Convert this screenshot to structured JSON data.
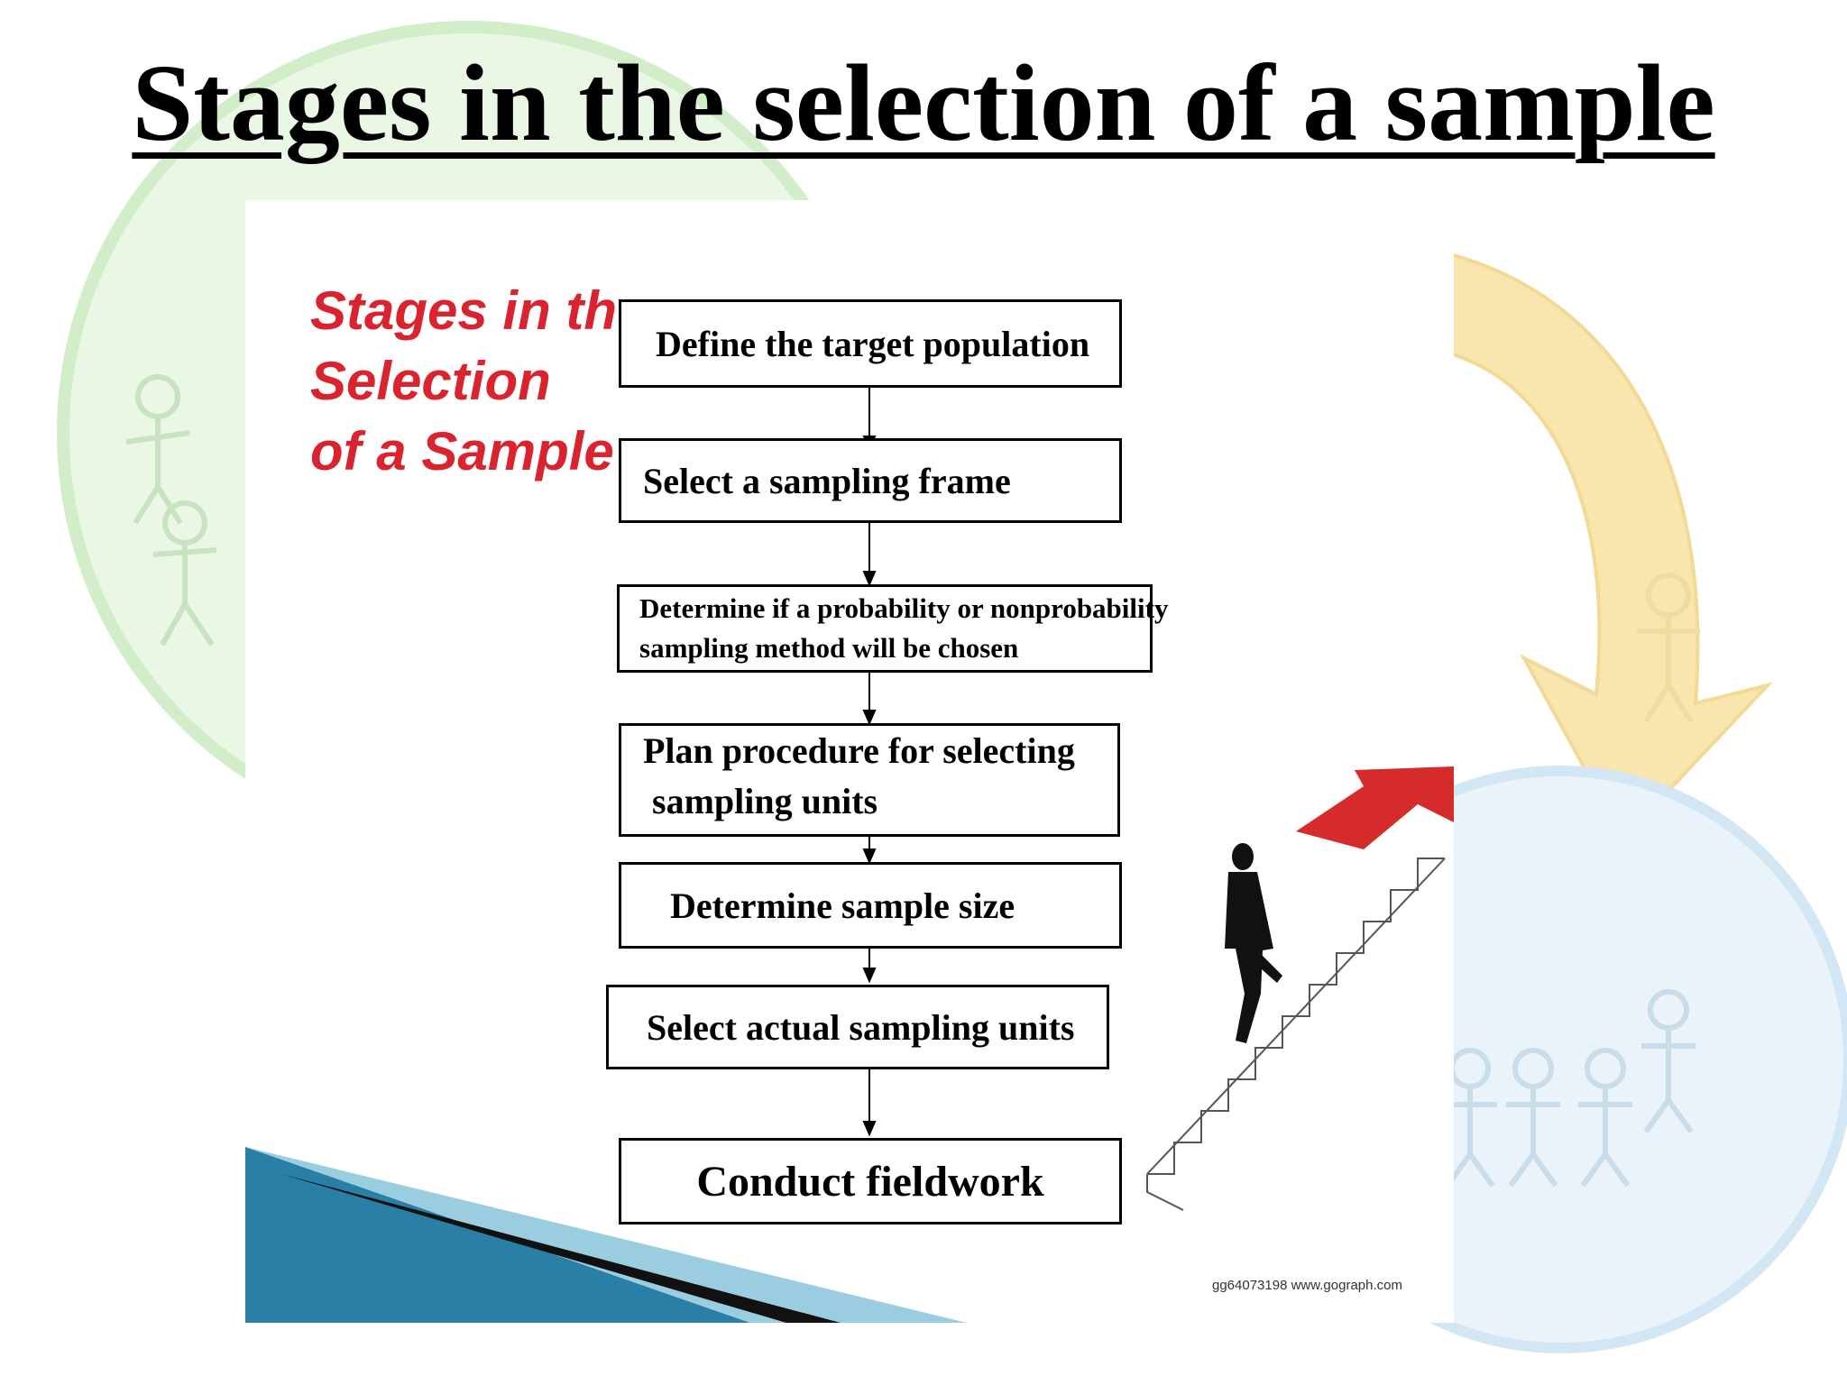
{
  "slide": {
    "title": "Stages in the selection of a sample"
  },
  "diagram": {
    "heading_lines": [
      "Stages in the",
      "Selection",
      "of a Sample"
    ],
    "steps": [
      {
        "lines": [
          "Define the target population"
        ]
      },
      {
        "lines": [
          "Select a sampling frame"
        ]
      },
      {
        "lines": [
          "Determine if a probability or nonprobability",
          "sampling method will be chosen"
        ]
      },
      {
        "lines": [
          "Plan procedure for selecting",
          "sampling units"
        ]
      },
      {
        "lines": [
          "Determine sample size"
        ]
      },
      {
        "lines": [
          "Select actual sampling units"
        ]
      },
      {
        "lines": [
          "Conduct fieldwork"
        ]
      }
    ],
    "image_credit": "gg64073198 www.gograph.com"
  },
  "colors": {
    "heading_red": "#d9232e",
    "green_circle": "#d8f0d0",
    "yellow_arrow": "#f7e2a6",
    "blue_circle": "#dcecf7",
    "stair_arrow_red": "#d62b2b"
  },
  "icons": [
    "stick-figure-icon",
    "curved-arrow-icon",
    "staircase-icon",
    "businessman-icon"
  ]
}
